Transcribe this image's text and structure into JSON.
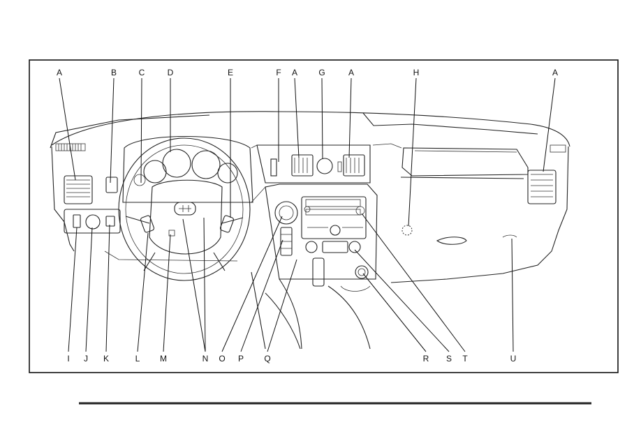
{
  "diagram": {
    "labels_top": [
      "A",
      "B",
      "C",
      "D",
      "E",
      "F",
      "A",
      "G",
      "A",
      "H",
      "A"
    ],
    "labels_bottom": [
      "I",
      "J",
      "K",
      "L",
      "M",
      "N",
      "O",
      "P",
      "Q",
      "R",
      "S",
      "T",
      "U"
    ],
    "colors": {
      "line": "#111111",
      "background": "#ffffff",
      "rule": "#222222"
    }
  }
}
